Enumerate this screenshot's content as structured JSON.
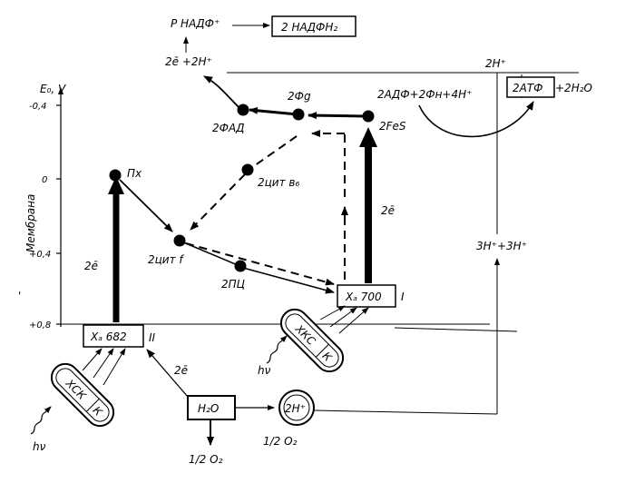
{
  "axis": {
    "title": "E₀, V",
    "side_label": "Мембрана",
    "ticks": [
      "-0,4",
      "0",
      "+0,4",
      "+0,8"
    ]
  },
  "nodes": {
    "nadf": "Р НАДФ⁺",
    "nadfh2": "2 НАДФН₂",
    "e_h": "2ē  +2H⁺",
    "fg": "2Фg",
    "fad": "2ФАД",
    "fes": "2FeS",
    "px": "Пх",
    "cytb6": "2цит в₆",
    "cytf": "2цит f",
    "pc": "2ПЦ",
    "xa700": "Хₐ 700",
    "xa682": "Хₐ 682",
    "ps1": "I",
    "ps2": "II",
    "water": "Н₂О",
    "h2plus": "2H⁺",
    "o2_left": "1/2 О₂",
    "o2_right": "1/2 О₂",
    "h_top": "2H⁺",
    "adp": "2АДФ+2Фн+4Н⁺",
    "atp": "2АТФ",
    "h2o_atp": "+2Н₂О",
    "h3": "3Н⁺+3Н⁺",
    "e_label_1": "2ē",
    "e_label_2": "2ē",
    "e_label_3": "2ē",
    "hv_left": "hν",
    "hv_right": "hν",
    "capsule_left_main": "ХСК",
    "capsule_left_end": "К",
    "capsule_right_main": "ХКС",
    "capsule_right_end": "К",
    "side_mark": "'"
  }
}
